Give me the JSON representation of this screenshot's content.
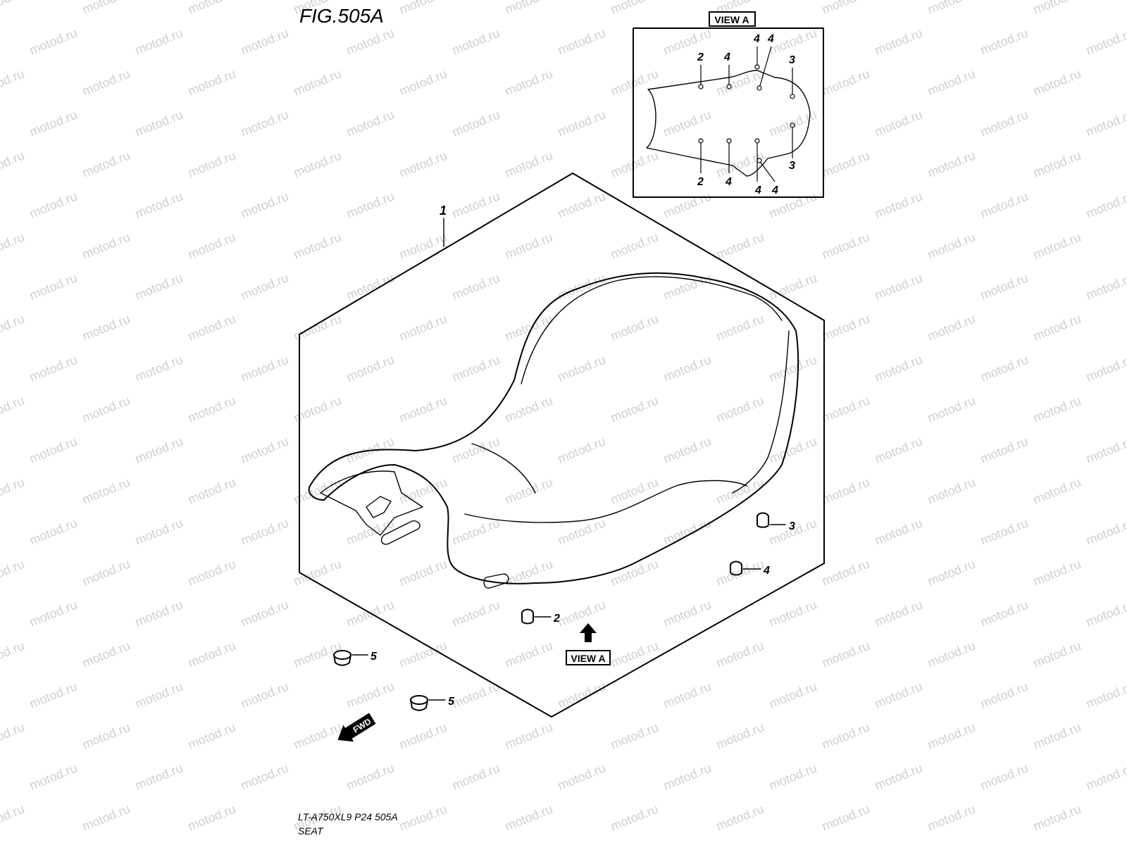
{
  "figure": {
    "title": "FIG.505A",
    "view_label": "VIEW A",
    "fwd_label": "FWD",
    "footer_code": "LT-A750XL9 P24 505A",
    "footer_name": "SEAT",
    "watermark": "motod.ru"
  },
  "callouts": {
    "part_1": "1",
    "part_2": "2",
    "part_3": "3",
    "part_4": "4",
    "part_5": "5"
  },
  "view_a_callouts": [
    "2",
    "4",
    "4",
    "4",
    "3",
    "2",
    "4",
    "4",
    "4",
    "3"
  ]
}
